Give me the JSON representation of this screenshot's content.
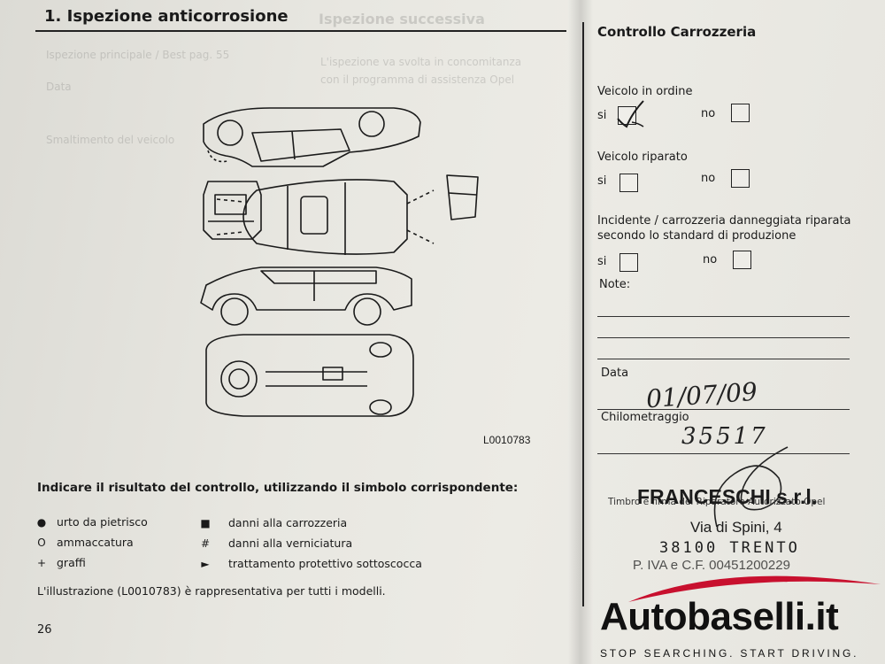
{
  "section": {
    "title": "1. Ispezione anticorrosione"
  },
  "ghost_lines": [
    "Ispezione successiva",
    "Ispezione principale / Best pag. 55",
    "Data",
    "Smaltimento del veicolo",
    "L'ispezione va svolta in concomitanza",
    "con il programma di assistenza Opel"
  ],
  "diagram": {
    "code": "L0010783"
  },
  "legend": {
    "title": "Indicare il risultato del controllo, utilizzando il simbolo corrispondente:",
    "items": [
      {
        "symbol": "●",
        "label": "urto da pietrisco"
      },
      {
        "symbol": "O",
        "label": "ammaccatura"
      },
      {
        "symbol": "+",
        "label": "graffi"
      },
      {
        "symbol": "■",
        "label": "danni alla carrozzeria"
      },
      {
        "symbol": "#",
        "label": "danni alla verniciatura"
      },
      {
        "symbol": "►",
        "label": "trattamento protettivo sottoscocca"
      }
    ],
    "note": "L'illustrazione (L0010783) è rappresentativa per tutti i modelli."
  },
  "page_number": "26",
  "control": {
    "title": "Controllo Carrozzeria",
    "q1": "Veicolo in ordine",
    "q2": "Veicolo riparato",
    "q3_line1": "Incidente / carrozzeria danneggiata riparata",
    "q3_line2": "secondo lo standard di produzione",
    "yes": "si",
    "no": "no",
    "notes_label": "Note:",
    "date_label": "Data",
    "date_value": "01/07/09",
    "km_label": "Chilometraggio",
    "km_value": "35517",
    "stamp_label": "Timbro e firma del Riparatore Autorizzato Opel",
    "q1_si_checked": true
  },
  "stamp": {
    "name": "FRANCESCHI s.r.l.",
    "street": "Via di Spini, 4",
    "city": "38100 TRENTO",
    "vat": "P. IVA e C.F. 00451200229"
  },
  "watermark": {
    "brand": "Autobaselli.it",
    "tagline": "STOP SEARCHING. START DRIVING.",
    "accent": "#c8102e"
  }
}
